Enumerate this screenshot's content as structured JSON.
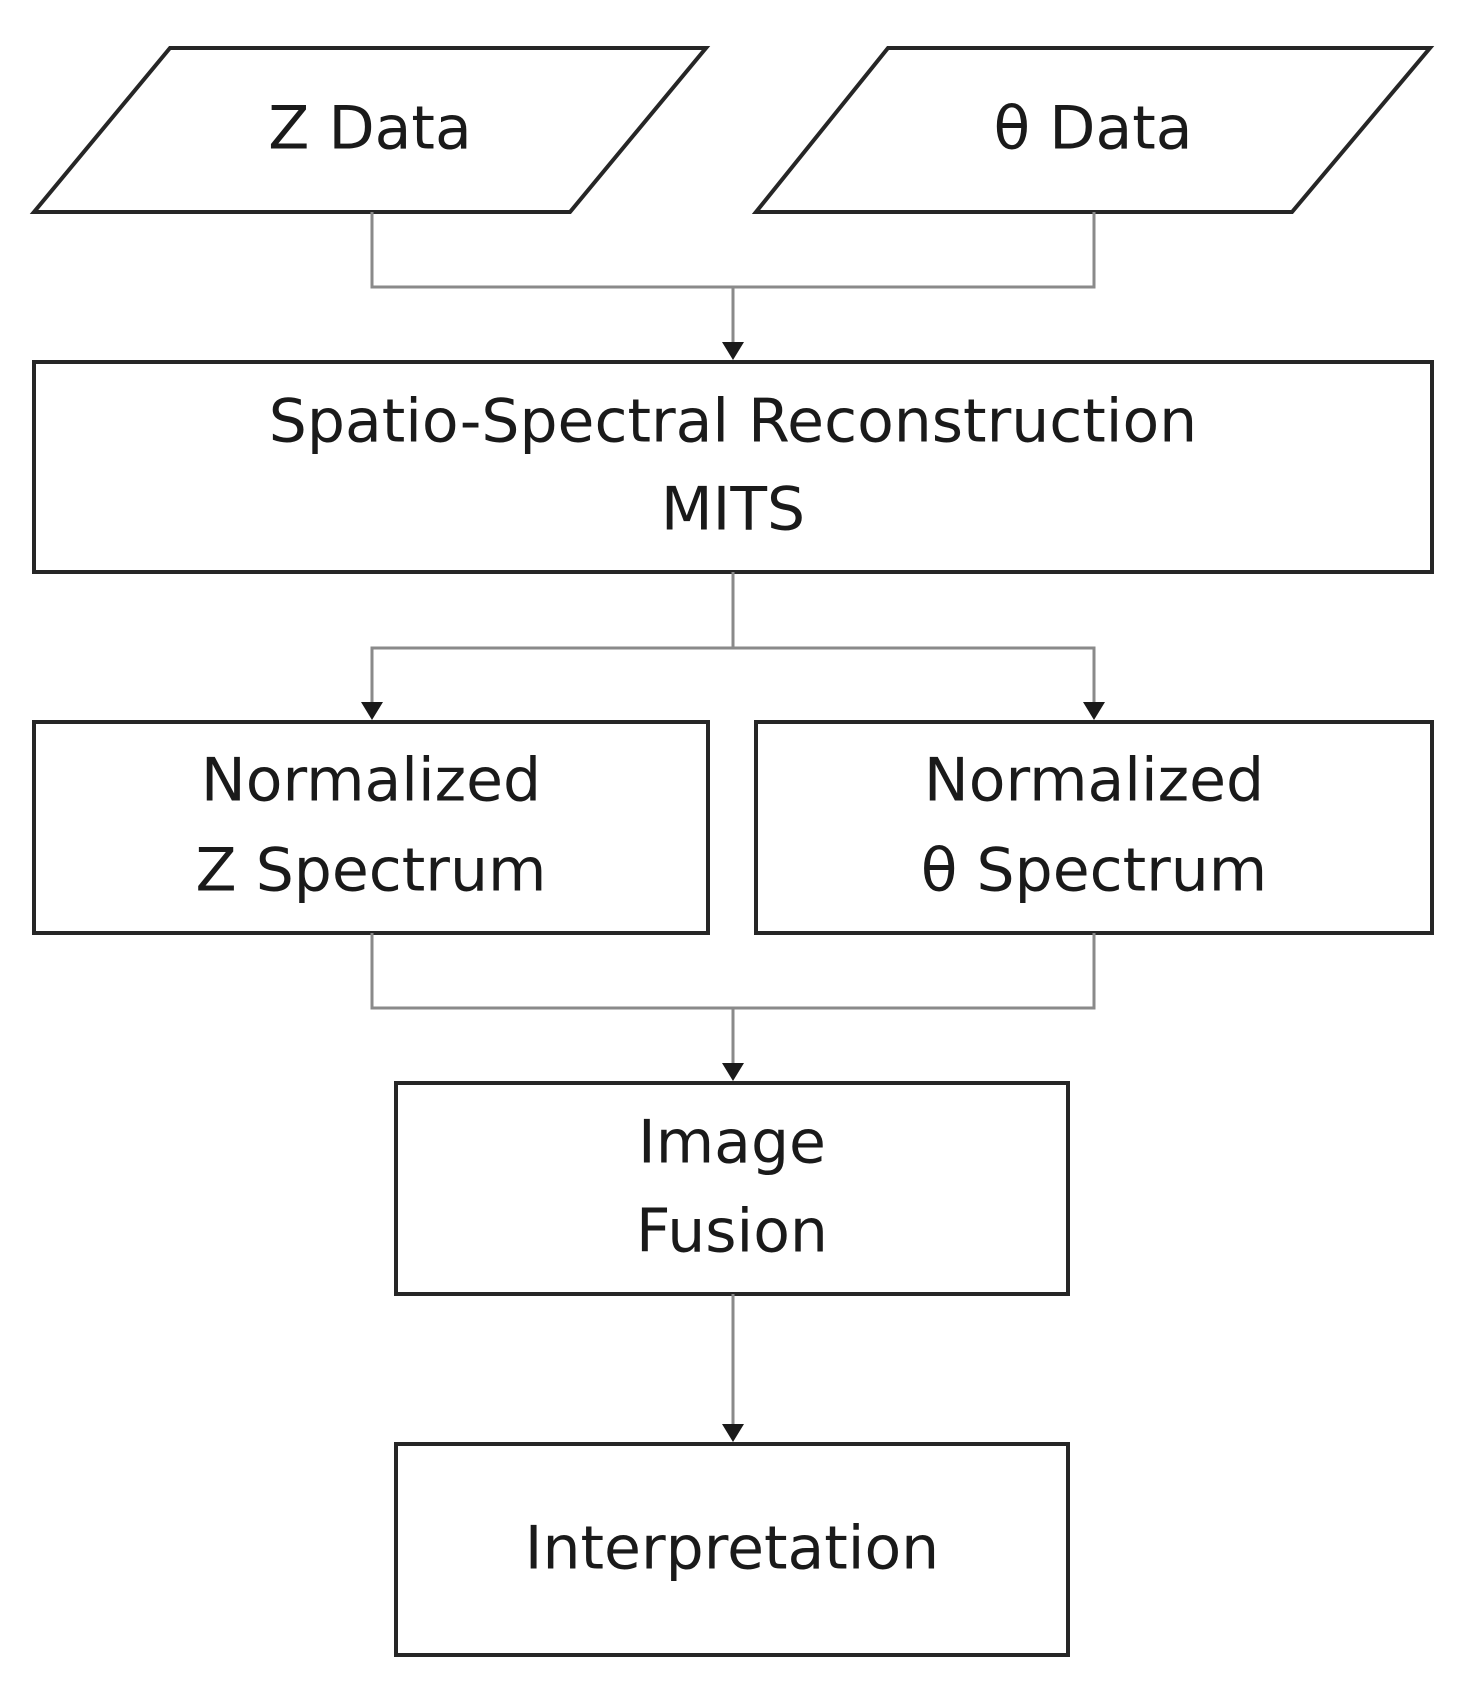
{
  "nodes": {
    "z_data": {
      "label": "Z Data"
    },
    "theta_data": {
      "label": "θ Data"
    },
    "reconstruction": {
      "line1": "Spatio-Spectral Reconstruction",
      "line2": "MITS"
    },
    "norm_z": {
      "line1": "Normalized",
      "line2": "Z Spectrum"
    },
    "norm_theta": {
      "line1": "Normalized",
      "line2": "θ Spectrum"
    },
    "fusion": {
      "line1": "Image",
      "line2": "Fusion"
    },
    "interpretation": {
      "label": "Interpretation"
    }
  },
  "edges": [
    {
      "from": "z_data",
      "to": "reconstruction"
    },
    {
      "from": "theta_data",
      "to": "reconstruction"
    },
    {
      "from": "reconstruction",
      "to": "norm_z"
    },
    {
      "from": "reconstruction",
      "to": "norm_theta"
    },
    {
      "from": "norm_z",
      "to": "fusion"
    },
    {
      "from": "norm_theta",
      "to": "fusion"
    },
    {
      "from": "fusion",
      "to": "interpretation"
    }
  ],
  "colors": {
    "shape_stroke": "#262626",
    "connector": "#8a8a8a",
    "arrowhead": "#1a1a1a",
    "text": "#1a1a1a",
    "background": "#ffffff"
  }
}
